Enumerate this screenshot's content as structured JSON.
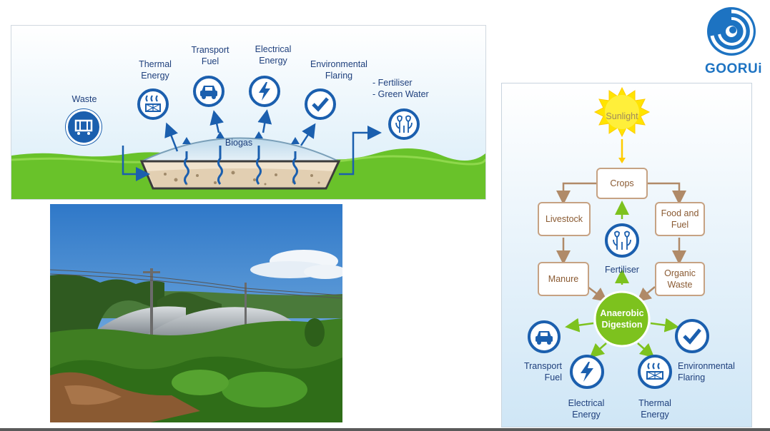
{
  "logo": {
    "text": "GOORUi"
  },
  "top_diagram": {
    "waste": "Waste",
    "thermal": [
      "Thermal",
      "Energy"
    ],
    "transport": [
      "Transport",
      "Fuel"
    ],
    "electrical": [
      "Electrical",
      "Energy"
    ],
    "environmental": [
      "Environmental",
      "Flaring"
    ],
    "fertiliser": [
      "- Fertiliser",
      "- Green Water"
    ],
    "biogas": "Biogas"
  },
  "cycle": {
    "sunlight": "Sunlight",
    "crops": "Crops",
    "livestock": "Livestock",
    "food_fuel": [
      "Food and",
      "Fuel"
    ],
    "fertiliser": "Fertiliser",
    "manure": "Manure",
    "organic_waste": [
      "Organic",
      "Waste"
    ],
    "anaerobic": [
      "Anaerobic",
      "Digestion"
    ],
    "transport": [
      "Transport",
      "Fuel"
    ],
    "environmental": [
      "Environmental",
      "Flaring"
    ],
    "electrical": [
      "Electrical",
      "Energy"
    ],
    "thermal": [
      "Thermal",
      "Energy"
    ]
  },
  "colors": {
    "accent_blue": "#1b5fae",
    "grass_green": "#69c22a",
    "digestion_green": "#7dc21e",
    "box_brown": "#c6a283",
    "sun_yellow": "#ffe400"
  }
}
